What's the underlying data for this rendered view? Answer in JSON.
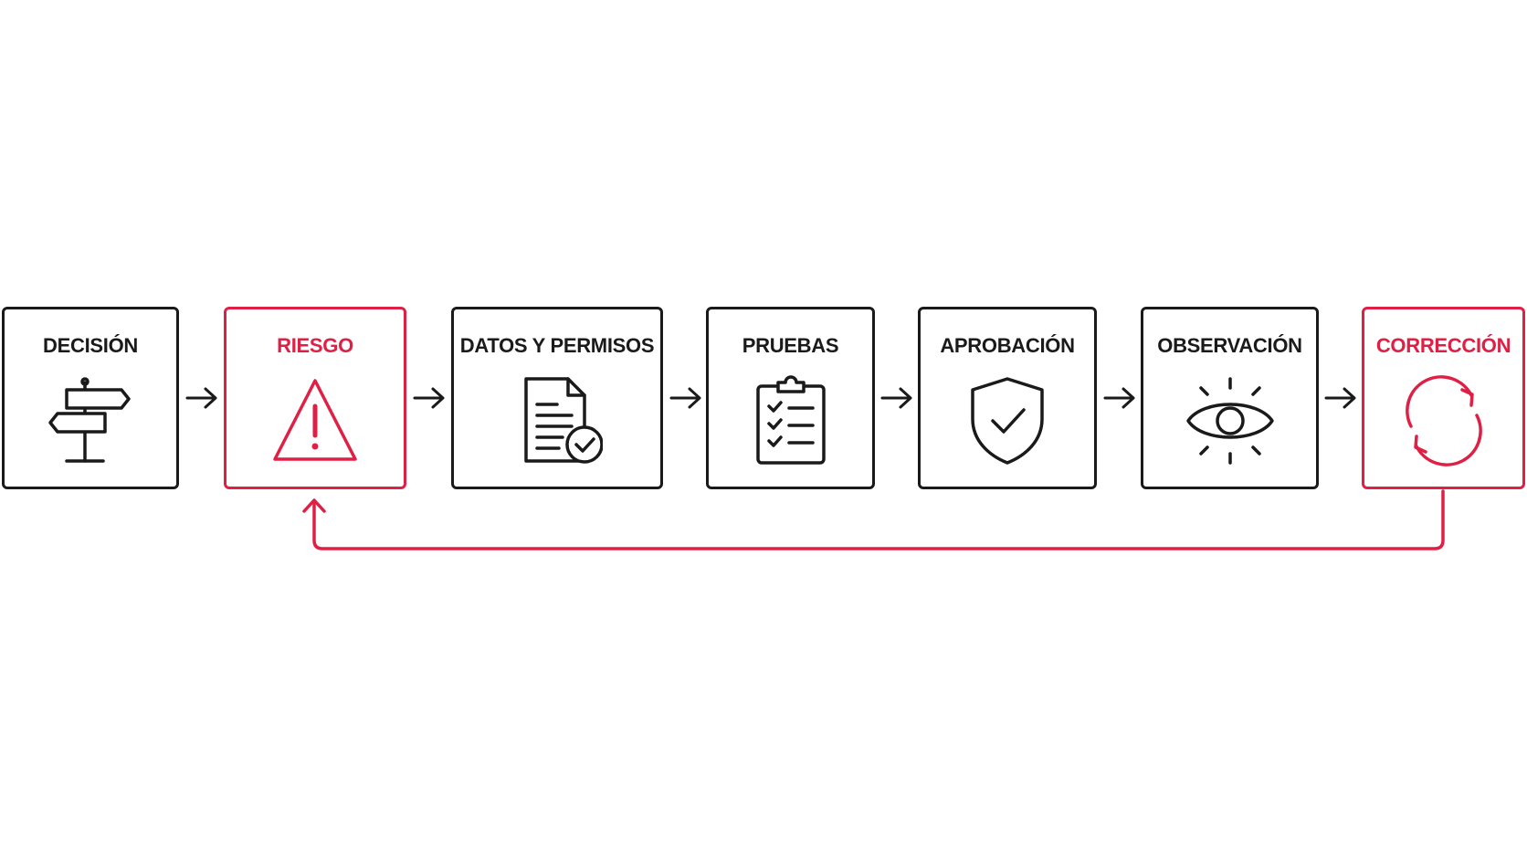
{
  "colors": {
    "ink": "#1a1a1a",
    "accent": "#e01f45",
    "background": "#ffffff"
  },
  "steps": [
    {
      "label": "DECISIÓN",
      "icon": "signpost-icon",
      "highlight": false
    },
    {
      "label": "RIESGO",
      "icon": "warning-triangle-icon",
      "highlight": true
    },
    {
      "label": "DATOS Y PERMISOS",
      "icon": "document-check-icon",
      "highlight": false
    },
    {
      "label": "PRUEBAS",
      "icon": "clipboard-checklist-icon",
      "highlight": false
    },
    {
      "label": "APROBACIÓN",
      "icon": "shield-check-icon",
      "highlight": false
    },
    {
      "label": "OBSERVACIÓN",
      "icon": "eye-icon",
      "highlight": false
    },
    {
      "label": "CORRECCIÓN",
      "icon": "refresh-cycle-icon",
      "highlight": true
    }
  ],
  "connectors": [
    {
      "from": "DECISIÓN",
      "to": "RIESGO"
    },
    {
      "from": "RIESGO",
      "to": "DATOS Y PERMISOS"
    },
    {
      "from": "DATOS Y PERMISOS",
      "to": "PRUEBAS"
    },
    {
      "from": "PRUEBAS",
      "to": "APROBACIÓN"
    },
    {
      "from": "APROBACIÓN",
      "to": "OBSERVACIÓN"
    },
    {
      "from": "OBSERVACIÓN",
      "to": "CORRECCIÓN"
    }
  ],
  "feedback_loop": {
    "from": "CORRECCIÓN",
    "to": "RIESGO"
  }
}
